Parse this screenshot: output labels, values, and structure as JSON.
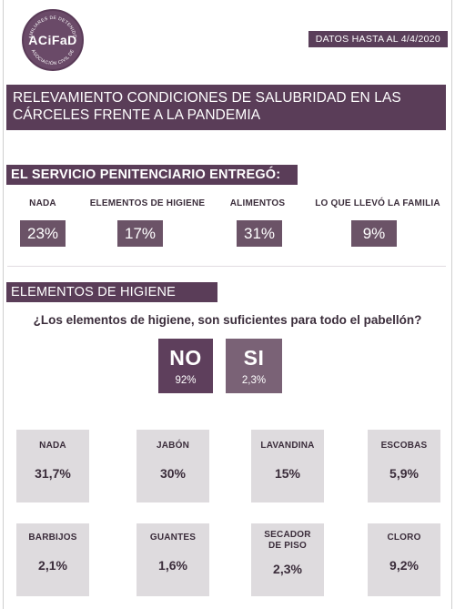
{
  "logo": {
    "name": "ACiFaD",
    "ring_text_top": "FAMILIARES DE DETENIDOS",
    "ring_text_bottom": "ASOCIACIÓN CIVIL DE"
  },
  "date_badge": "DATOS HASTA AL  4/4/2020",
  "title": "RELEVAMIENTO CONDICIONES DE SALUBRIDAD EN LAS CÁRCELES FRENTE  A LA PANDEMIA",
  "section1": {
    "header": "EL SERVICIO PENITENCIARIO ENTREGÓ:",
    "stats": [
      {
        "label": "NADA",
        "value": "23%"
      },
      {
        "label": "ELEMENTOS DE HIGIENE",
        "value": "17%"
      },
      {
        "label": "ALIMENTOS",
        "value": "31%"
      },
      {
        "label": "LO QUE LLEVÓ LA FAMILIA",
        "value": "9%"
      }
    ]
  },
  "section2": {
    "header": "ELEMENTOS DE HIGIENE",
    "question": "¿Los elementos de higiene, son suficientes para todo el pabellón?",
    "no": {
      "label": "NO",
      "value": "92%"
    },
    "si": {
      "label": "SI",
      "value": "2,3%"
    },
    "items": [
      {
        "label": "NADA",
        "value": "31,7%"
      },
      {
        "label": "JABÓN",
        "value": "30%"
      },
      {
        "label": "LAVANDINA",
        "value": "15%"
      },
      {
        "label": "ESCOBAS",
        "value": "5,9%"
      },
      {
        "label": "BARBIJOS",
        "value": "2,1%"
      },
      {
        "label": "GUANTES",
        "value": "1,6%"
      },
      {
        "label": "SECADOR DE PISO",
        "value": "2,3%"
      },
      {
        "label": "CLORO",
        "value": "9,2%"
      }
    ]
  },
  "colors": {
    "purple_dark": "#5a3d58",
    "purple_box": "#6b5367",
    "no_box": "#5e3f5c",
    "si_box": "#7a6276",
    "card_bg": "#dedbde"
  }
}
